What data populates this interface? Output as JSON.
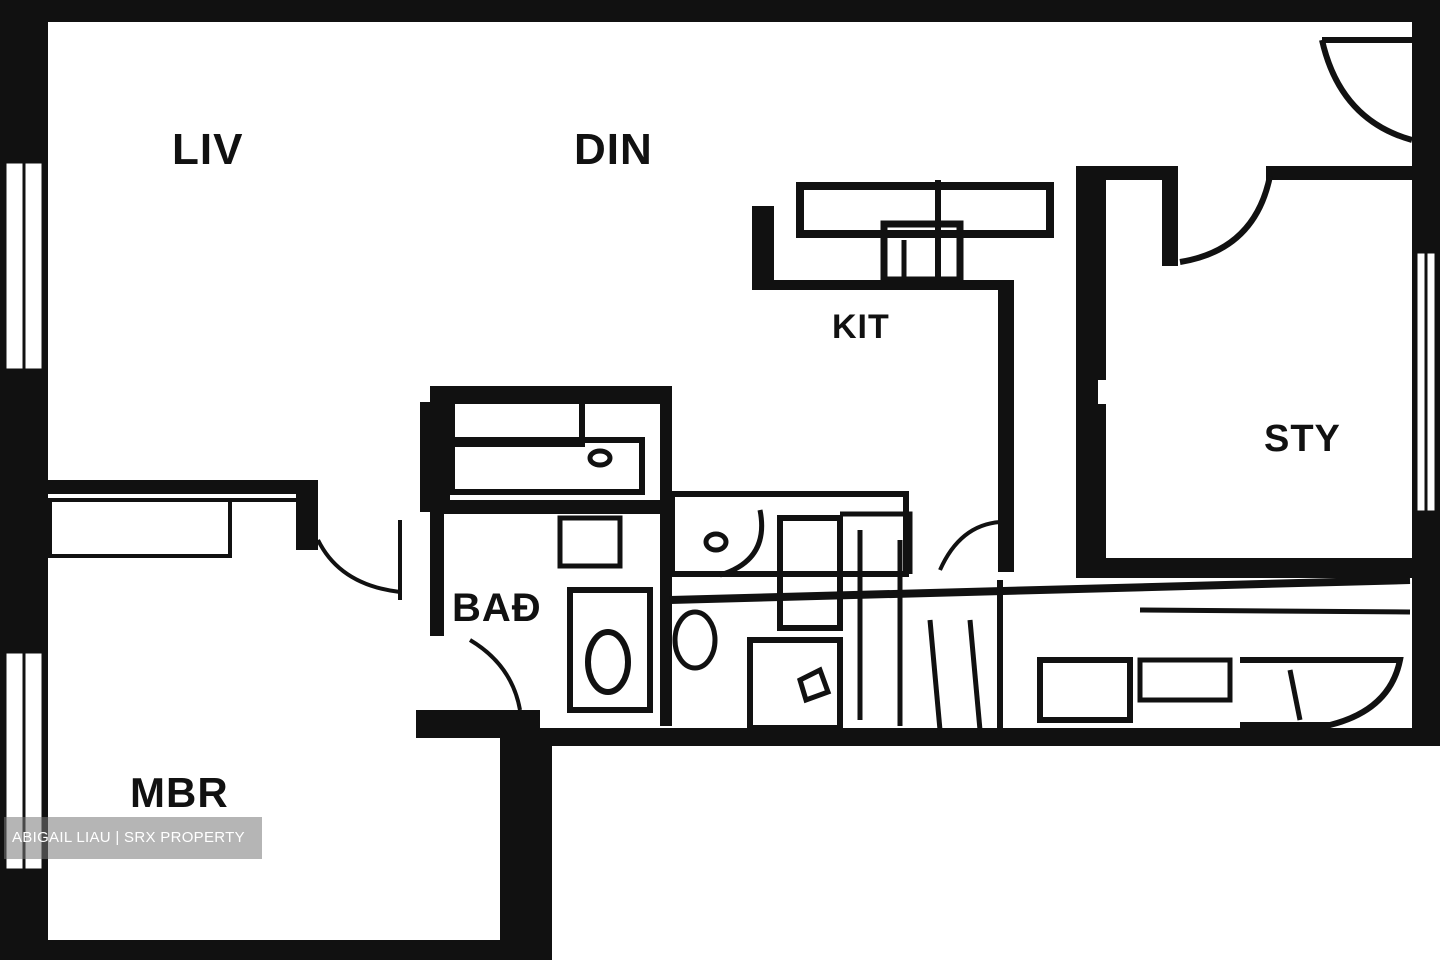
{
  "floor_plan": {
    "wall_color": "#111111",
    "background_color": "#ffffff",
    "rooms": {
      "living": "LIV",
      "dining": "DIN",
      "kitchen": "KIT",
      "study": "STY",
      "bath": "BAĐ",
      "master_bedroom": "MBR"
    }
  },
  "watermark": {
    "text": "ABIGAIL LIAU | SRX PROPERTY",
    "color": "#7a7a7a"
  }
}
